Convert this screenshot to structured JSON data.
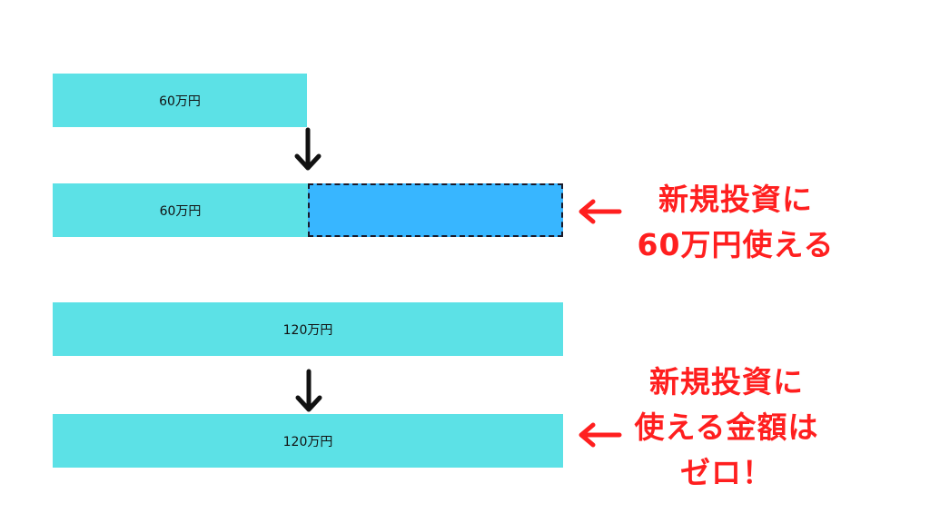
{
  "colors": {
    "bar": "#5ce1e6",
    "new_investment": "#38b6ff",
    "accent": "#ff1f1f"
  },
  "scenario1": {
    "before_label": "60万円",
    "after_label": "60万円",
    "note_lines": [
      "新規投資に",
      "60万円使える"
    ]
  },
  "scenario2": {
    "before_label": "120万円",
    "after_label": "120万円",
    "note_lines": [
      "新規投資に",
      "使える金額は",
      "ゼロ！"
    ]
  }
}
